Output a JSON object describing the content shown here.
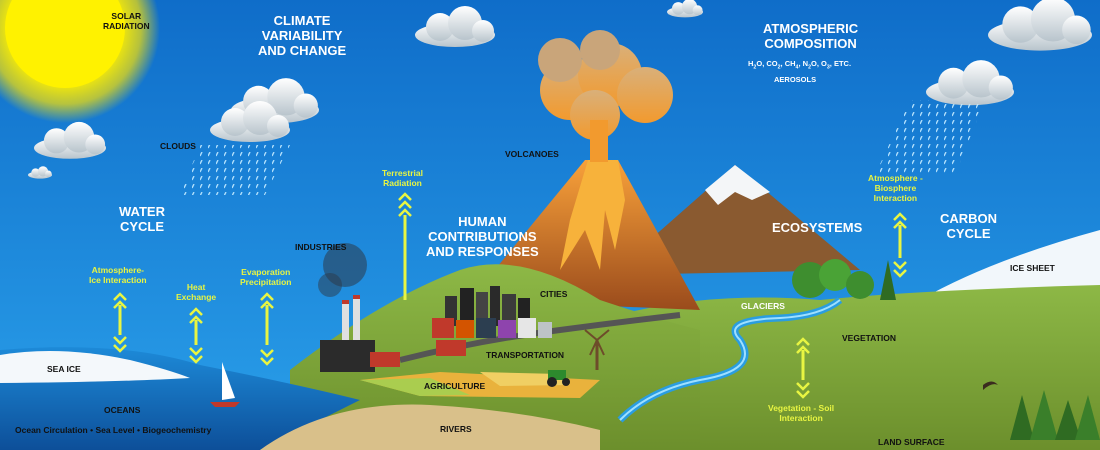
{
  "labels": {
    "solar_radiation": "SOLAR\nRADIATION",
    "climate_variability": "CLIMATE\nVARIABILITY\nAND CHANGE",
    "atmospheric_composition": "ATMOSPHERIC\nCOMPOSITION",
    "aerosols": "AEROSOLS",
    "clouds": "CLOUDS",
    "volcanoes": "VOLCANOES",
    "terrestrial_radiation": "Terrestrial\nRadiation",
    "water_cycle": "WATER\nCYCLE",
    "human_contributions": "HUMAN\nCONTRIBUTIONS\nAND RESPONSES",
    "ecosystems": "ECOSYSTEMS",
    "carbon_cycle": "CARBON\nCYCLE",
    "atmosphere_biosphere": "Atmosphere -\nBiosphere\nInteraction",
    "industries": "INDUSTRIES",
    "cities": "CITIES",
    "ice_sheet": "ICE SHEET",
    "atmosphere_ice": "Atmosphere-\nIce Interaction",
    "heat_exchange": "Heat\nExchange",
    "evaporation_precipitation": "Evaporation\nPrecipitation",
    "glaciers": "GLACIERS",
    "vegetation": "VEGETATION",
    "transportation": "TRANSPORTATION",
    "sea_ice": "SEA ICE",
    "agriculture": "AGRICULTURE",
    "oceans": "OCEANS",
    "ocean_footer": "Ocean Circulation • Sea Level • Biogeochemistry",
    "vegetation_soil": "Vegetation - Soil\nInteraction",
    "rivers": "RIVERS",
    "land_surface": "LAND SURFACE"
  },
  "gases": {
    "h2o": [
      "H",
      "2",
      "O"
    ],
    "co2": [
      "CO",
      "2"
    ],
    "ch4": [
      "CH",
      "4"
    ],
    "n2o": [
      "N",
      "2",
      "O"
    ],
    "o3": [
      "O",
      "3"
    ],
    "etc": "ETC."
  },
  "colors": {
    "sky": "#1a7fd6",
    "sun": "#fff200",
    "ocean": "#1670b8",
    "land": "#7fa83a",
    "mountain": "#8b5a2b",
    "lava": "#f7941d",
    "arrow_yellow": "#e8f542"
  }
}
